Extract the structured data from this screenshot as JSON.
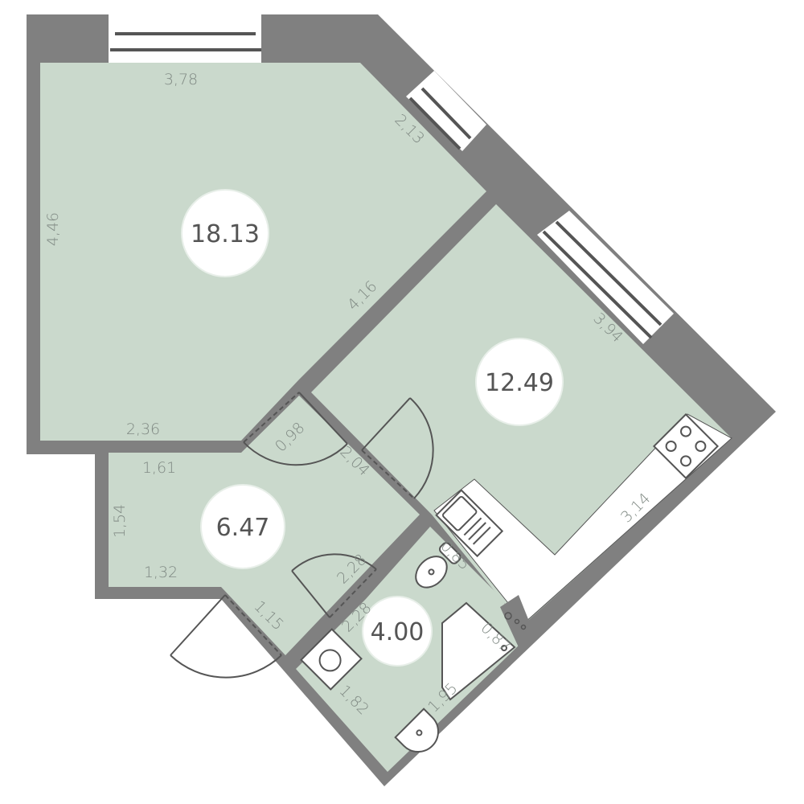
{
  "colors": {
    "wall": "#808080",
    "floor": "#cad9cc",
    "window": "#ffffff",
    "fixture": "#ffffff"
  },
  "rooms": [
    {
      "name": "room-large",
      "area": "18.13"
    },
    {
      "name": "kitchen-room",
      "area": "12.49"
    },
    {
      "name": "hallway",
      "area": "6.47"
    },
    {
      "name": "bathroom",
      "area": "4.00"
    }
  ],
  "dimensions": [
    "3,78",
    "2,13",
    "4,46",
    "4,16",
    "2,36",
    "0,98",
    "2,04",
    "3,94",
    "3,14",
    "1,61",
    "1,54",
    "1,32",
    "1,15",
    "2,28",
    "2,28",
    "0,85",
    "0,87",
    "1,82",
    "1,95"
  ],
  "icons": [
    "window",
    "door",
    "stove",
    "sink",
    "toilet",
    "bathtub",
    "washing-machine",
    "washbasin",
    "ventilation-shaft"
  ]
}
